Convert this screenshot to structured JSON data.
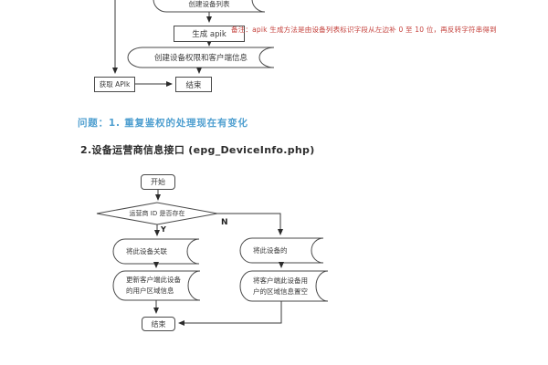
{
  "colors": {
    "line": "#3a3a3a",
    "shape_border": "#4a4a4a",
    "note_red": "#c43f3a",
    "question_blue": "#4f9fd0",
    "heading_dark": "#2c2c2c"
  },
  "flowchart1": {
    "top_shape": {
      "label": "创建设备列表"
    },
    "gen_apik": {
      "label": "生成 apik"
    },
    "note": {
      "text": "备注：apik 生成方法是由设备列表标识字段从左边补 0 至 10 位，再反转字符串得到"
    },
    "create_perm": {
      "label": "创建设备权限和客户端信息"
    },
    "get_apik": {
      "label": "获取 APIk"
    },
    "end": {
      "label": "结束"
    }
  },
  "question": {
    "text": "问题：1. 重复鉴权的处理现在有变化"
  },
  "section": {
    "title": "2.设备运营商信息接口 (epg_DeviceInfo.php)"
  },
  "flowchart2": {
    "start": {
      "label": "开始"
    },
    "decision": {
      "label": "运营商 ID 是否存在",
      "yes_label": "Y",
      "no_label": "N"
    },
    "left1": {
      "label": "将此设备关联"
    },
    "left2": {
      "line1": "更新客户端此设备",
      "line2": "的用户区域信息"
    },
    "right1": {
      "label": "将此设备的"
    },
    "right2": {
      "line1": "将客户端此设备用",
      "line2": "户的区域信息置空"
    },
    "end": {
      "label": "结束"
    }
  }
}
